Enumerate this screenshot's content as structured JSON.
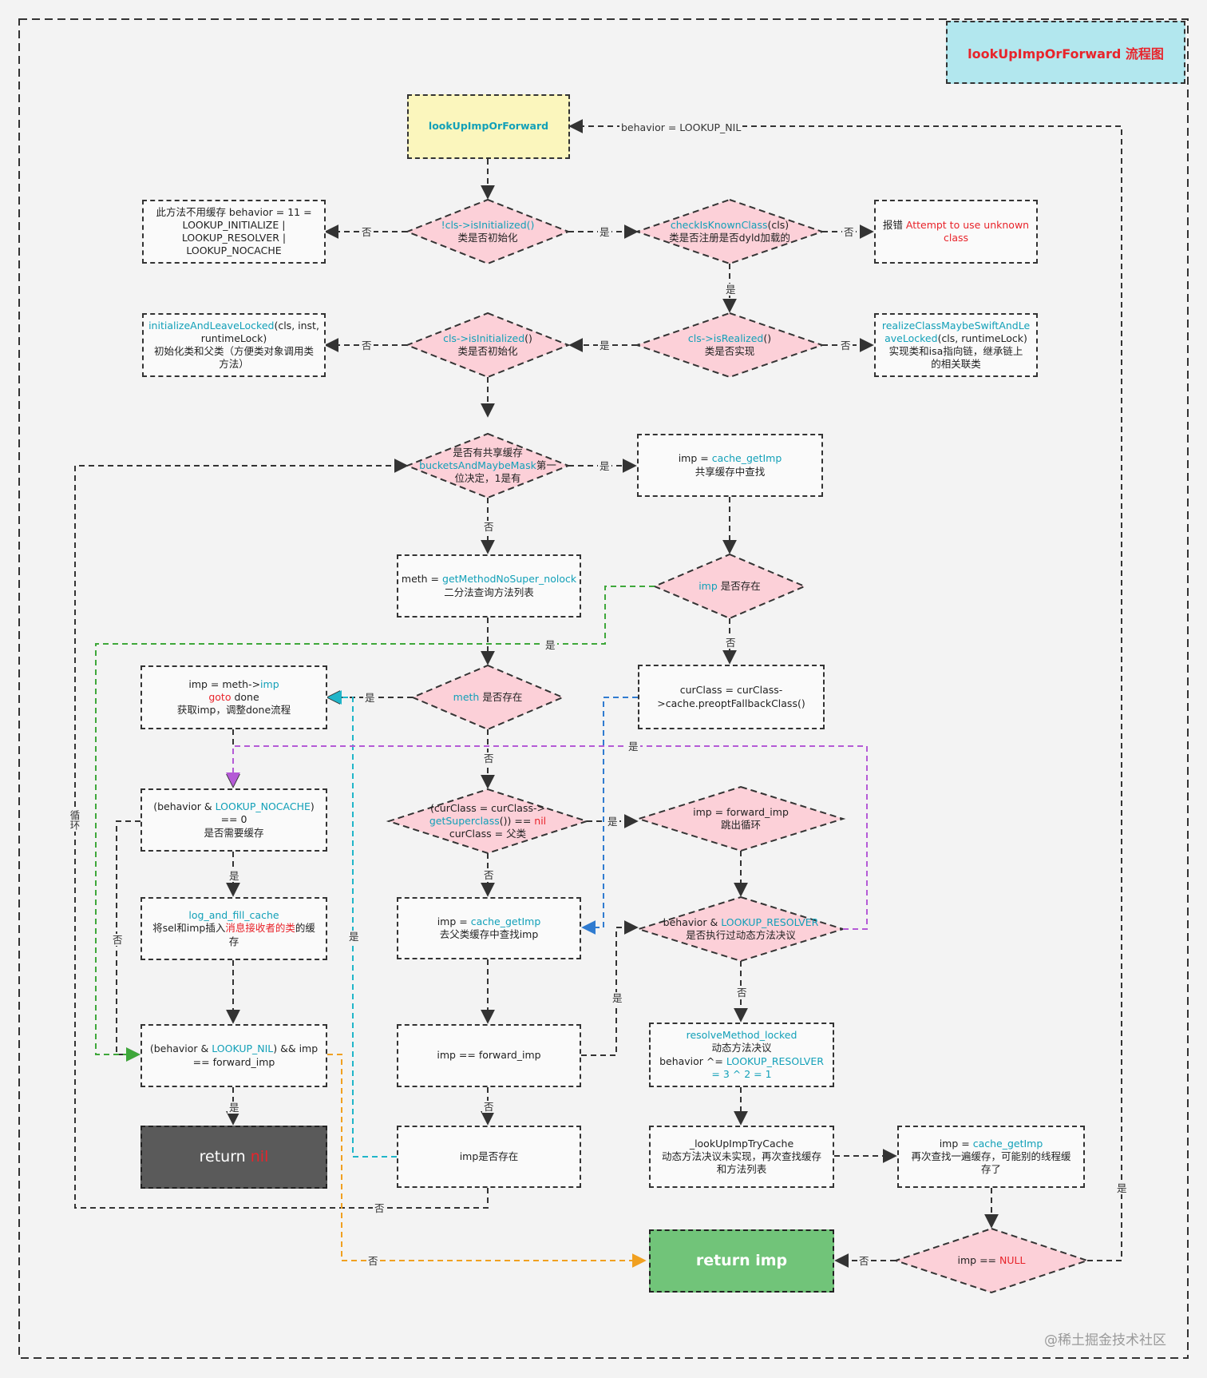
{
  "title": "lookUpImpOrForward 流程图",
  "watermark": "@稀土掘金技术社区",
  "colors": {
    "border": "#333333",
    "title_bg": "#b2e7ee",
    "start_bg": "#fbf6bd",
    "decision_bg": "#fcd0d8",
    "return_nil_bg": "#5a5a5a",
    "return_imp_bg": "#71c479",
    "highlight_cyan": "#12a0b8",
    "highlight_red": "#e8242b",
    "edge_green": "#3ea73a",
    "edge_cyan": "#1fb5c9",
    "edge_blue": "#2f7bd0",
    "edge_purple": "#b45ad6",
    "edge_orange": "#f0a020"
  },
  "nodes": {
    "start": {
      "l1": "lookUpImpOrForward"
    },
    "no_cache": {
      "l1": "此方法不用缓存 behavior = 11 =",
      "l2": "LOOKUP_INITIALIZE |",
      "l3": "LOOKUP_RESOLVER |",
      "l4": "LOOKUP_NOCACHE"
    },
    "d_init1": {
      "l1": "!cls->isInitialized()",
      "l2": "类是否初始化"
    },
    "d_known": {
      "l1a": "checkIsKnownClass",
      "l1b": "(cls)",
      "l2": "类是否注册是否dyld加载的"
    },
    "err_unknown": {
      "l1a": "报错 ",
      "l1b": "Attempt to use unknown",
      "l2": "class"
    },
    "init_leave": {
      "l1a": "initializeAndLeaveLocked",
      "l1b": "(cls, inst,",
      "l2": "runtimeLock)",
      "l3": "初始化类和父类（方便类对象调用类",
      "l4": "方法）"
    },
    "d_init2": {
      "l1a": "cls->isInitialized",
      "l1b": "()",
      "l2": "类是否初始化"
    },
    "d_realized": {
      "l1a": "cls->isRealized",
      "l1b": "()",
      "l2": "类是否实现"
    },
    "realize": {
      "l1": "realizeClassMaybeSwiftAndLe",
      "l2a": "aveLocked",
      "l2b": "(cls, runtimeLock)",
      "l3": "实现类和isa指向链，继承链上",
      "l4": "的相关联类"
    },
    "d_shared": {
      "l1": "是否有共享缓存",
      "l2a": "bucketsAndMaybeMask",
      "l2b": "第一",
      "l3": "位决定，1是有"
    },
    "cache_shared": {
      "l1a": "imp = ",
      "l1b": "cache_getImp",
      "l2": "共享缓存中查找"
    },
    "d_imp_exist": {
      "l1a": "imp",
      "l1b": " 是否存在"
    },
    "meth_get": {
      "l1a": "meth = ",
      "l1b": "getMethodNoSuper_nolock",
      "l2": "二分法查询方法列表"
    },
    "imp_meth": {
      "l1a": "imp = meth->",
      "l1b": "imp",
      "l2a": "goto",
      "l2b": " done",
      "l3": "获取imp，调整done流程"
    },
    "d_meth": {
      "l1a": "meth",
      "l1b": " 是否存在"
    },
    "cur_preopt": {
      "l1": "curClass = curClass-",
      "l2": ">cache.preoptFallbackClass()"
    },
    "need_cache": {
      "l1a": "(behavior & ",
      "l1b": "LOOKUP_NOCACHE",
      "l1c": ")",
      "l2": "== 0",
      "l3": "是否需要缓存"
    },
    "d_super": {
      "l1": "(curClass = curClass->",
      "l2a": "getSuperclass",
      "l2b": "()) == ",
      "l2c": "nil",
      "l3": "curClass = 父类"
    },
    "fwd_imp": {
      "l1": "imp = forward_imp",
      "l2": "跳出循环"
    },
    "log_fill": {
      "l1": "log_and_fill_cache",
      "l2a": "将sel和imp插入",
      "l2b": "消息接收者的类",
      "l2c": "的缓",
      "l3": "存"
    },
    "cache_super": {
      "l1a": "imp = ",
      "l1b": "cache_getImp",
      "l2": "去父类缓存中查找imp"
    },
    "d_resolver": {
      "l1a": "behavior & ",
      "l1b": "LOOKUP_RESOLVER",
      "l2": "是否执行过动态方法决议"
    },
    "nil_check": {
      "l1a": "(behavior & ",
      "l1b": "LOOKUP_NIL",
      "l1c": ") && imp",
      "l2": "== forward_imp"
    },
    "imp_eq_fwd": {
      "l1": "imp == forward_imp"
    },
    "resolve": {
      "l1": "resolveMethod_locked",
      "l2": "动态方法决议",
      "l3a": "behavior ^= ",
      "l3b": "LOOKUP_RESOLVER",
      "l4": "= 3 ^ 2 = 1"
    },
    "return_nil": {
      "l1a": "return ",
      "l1b": "nil"
    },
    "imp_exist2": {
      "l1": "imp是否存在"
    },
    "try_cache": {
      "l1": "_lookUpImpTryCache",
      "l2": "动态方法决议未实现，再次查找缓存",
      "l3": "和方法列表"
    },
    "cache_again": {
      "l1a": "imp = ",
      "l1b": "cache_getImp",
      "l2": "再次查找一遍缓存，可能别的线程缓",
      "l3": "存了"
    },
    "return_imp": {
      "l1": "return imp"
    },
    "d_null": {
      "l1a": "imp == ",
      "l1b": "NULL"
    }
  },
  "edge_labels": {
    "behavior_nil": "behavior = LOOKUP_NIL",
    "yes": "是",
    "no": "否",
    "loop": "循环"
  }
}
